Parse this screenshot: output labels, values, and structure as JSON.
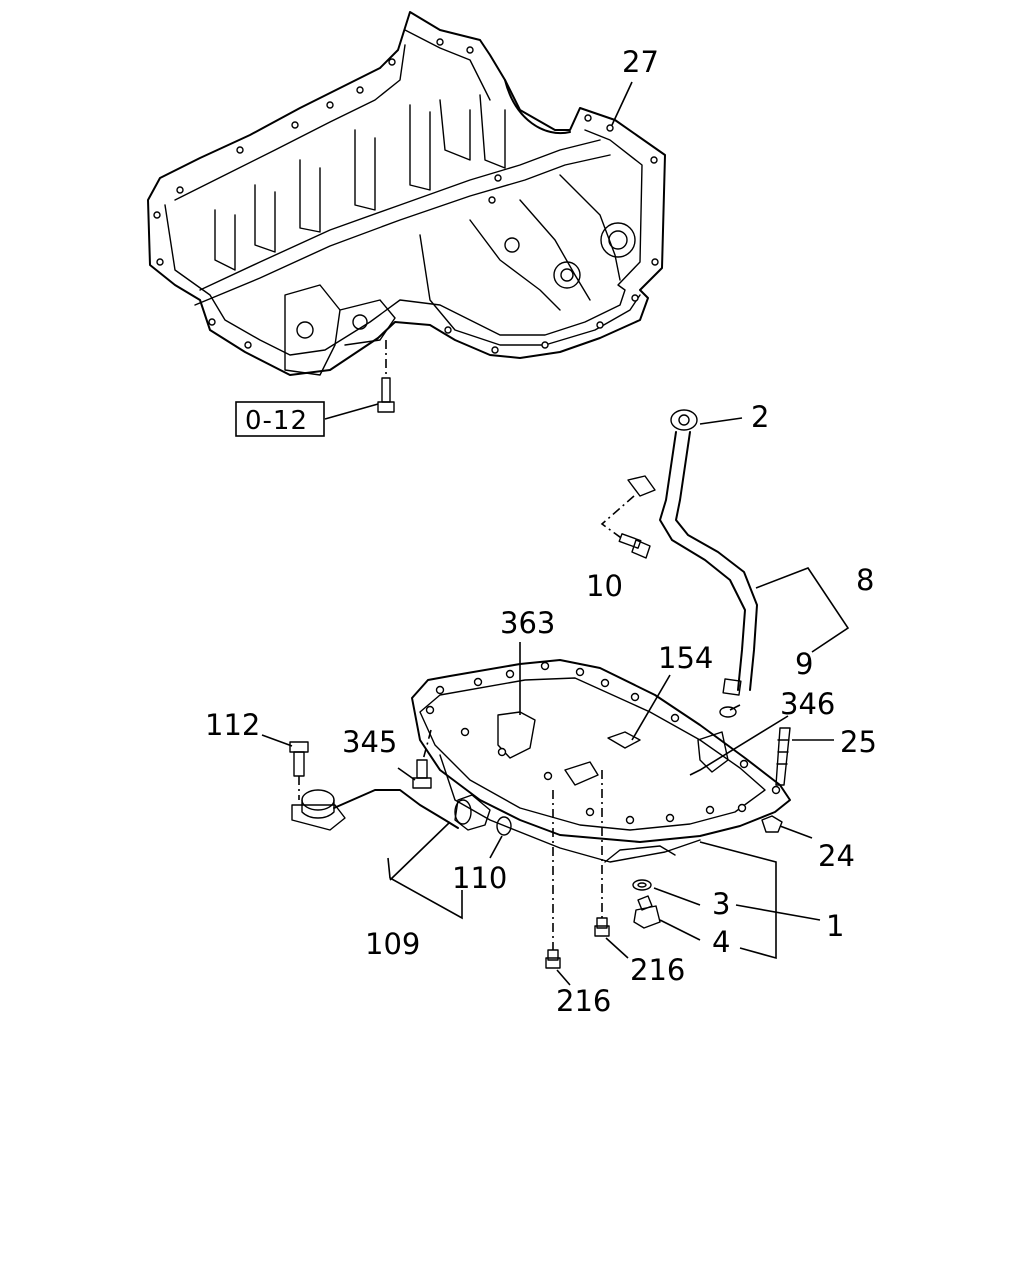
{
  "diagram": {
    "callouts": {
      "c27": "27",
      "c2": "2",
      "c8": "8",
      "c9": "9",
      "c10": "10",
      "c363": "363",
      "c154": "154",
      "c346": "346",
      "c25": "25",
      "c112": "112",
      "c345": "345",
      "c24": "24",
      "c110": "110",
      "c109": "109",
      "c3": "3",
      "c1": "1",
      "c4": "4",
      "c216a": "216",
      "c216b": "216"
    },
    "reference_box": "0-12"
  }
}
